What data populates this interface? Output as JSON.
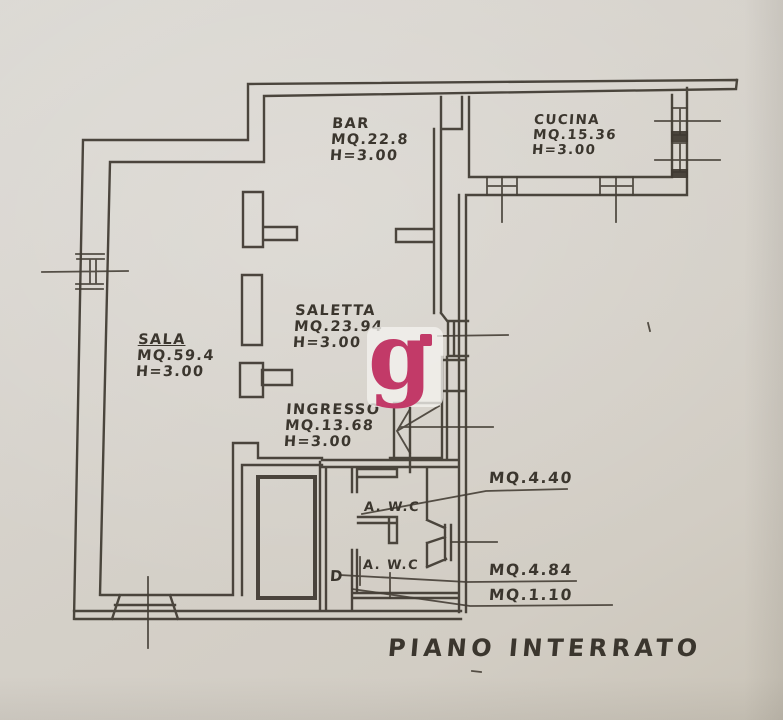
{
  "plan": {
    "title": "PIANO INTERRATO",
    "rooms": {
      "bar": {
        "name": "BAR",
        "area": "MQ.22.8",
        "height": "H=3.00"
      },
      "cucina": {
        "name": "CUCINA",
        "area": "MQ.15.36",
        "height": "H=3.00"
      },
      "sala": {
        "name": "SALA",
        "area": "MQ.59.4",
        "height": "H=3.00"
      },
      "saletta": {
        "name": "SALETTA",
        "area": "MQ.23.94",
        "height": "H=3.00"
      },
      "ingresso": {
        "name": "INGRESSO",
        "area": "MQ.13.68",
        "height": "H=3.00"
      },
      "wc_upper": {
        "name": "A. W.C"
      },
      "wc_lower": {
        "name": "A. W.C"
      },
      "disimpegno": {
        "name": "D"
      }
    },
    "annotations": {
      "wc_upper_area": "MQ.4.40",
      "wc_lower_area": "MQ.4.84",
      "disimpegno_area": "MQ.1.10"
    },
    "watermark": {
      "letter": "g"
    },
    "colors": {
      "ink": "#3b362e",
      "paper": "#d6d2cb",
      "watermark": "#c23a68"
    }
  }
}
